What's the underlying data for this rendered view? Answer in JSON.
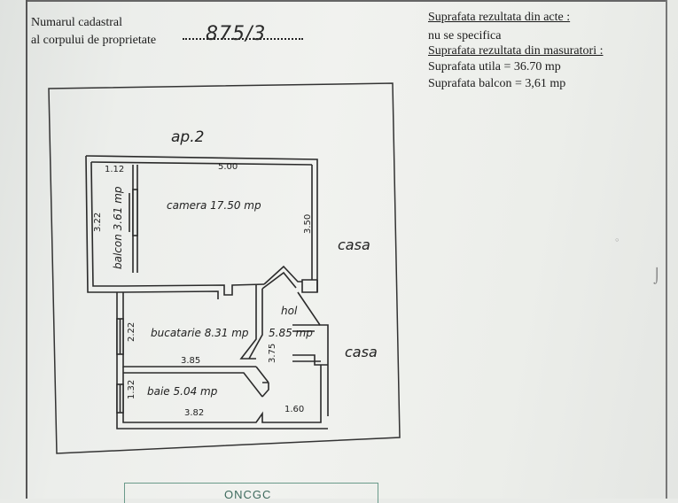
{
  "header_left": {
    "line1": "Numarul cadastral",
    "line2": "al corpului de proprietate",
    "cadastral_value": "875/3"
  },
  "header_right": {
    "title_acte": "Suprafata rezultata din acte :",
    "acte_value": "nu se specifica",
    "title_masuratori": "Suprafata rezultata din masuratori :",
    "utila": "Suprafata utila = 36.70 mp",
    "balcon": "Suprafata balcon =  3,61 mp"
  },
  "plan": {
    "apartment_label": "ap.2",
    "rooms": {
      "camera": "camera  17.50  mp",
      "balcon": "balcon  3.61  mp",
      "bucatarie": "bucatarie  8.31  mp",
      "hol_name": "hol",
      "hol_area": "5.85  mp",
      "baie": "baie  5.04  mp"
    },
    "dimensions": {
      "balcon_top": "1.12",
      "camera_top": "5.00",
      "balcon_side": "3.22",
      "camera_side": "3.50",
      "bucatarie_side": "2.22",
      "bucatarie_bottom": "3.85",
      "hol_side": "3.75",
      "baie_side": "1.32",
      "baie_bottom": "3.82",
      "hol_bottom": "1.60"
    },
    "neighbors": {
      "casa_upper": "casa",
      "casa_lower": "casa"
    }
  },
  "footer": {
    "stamp_text": "ONCGC"
  }
}
